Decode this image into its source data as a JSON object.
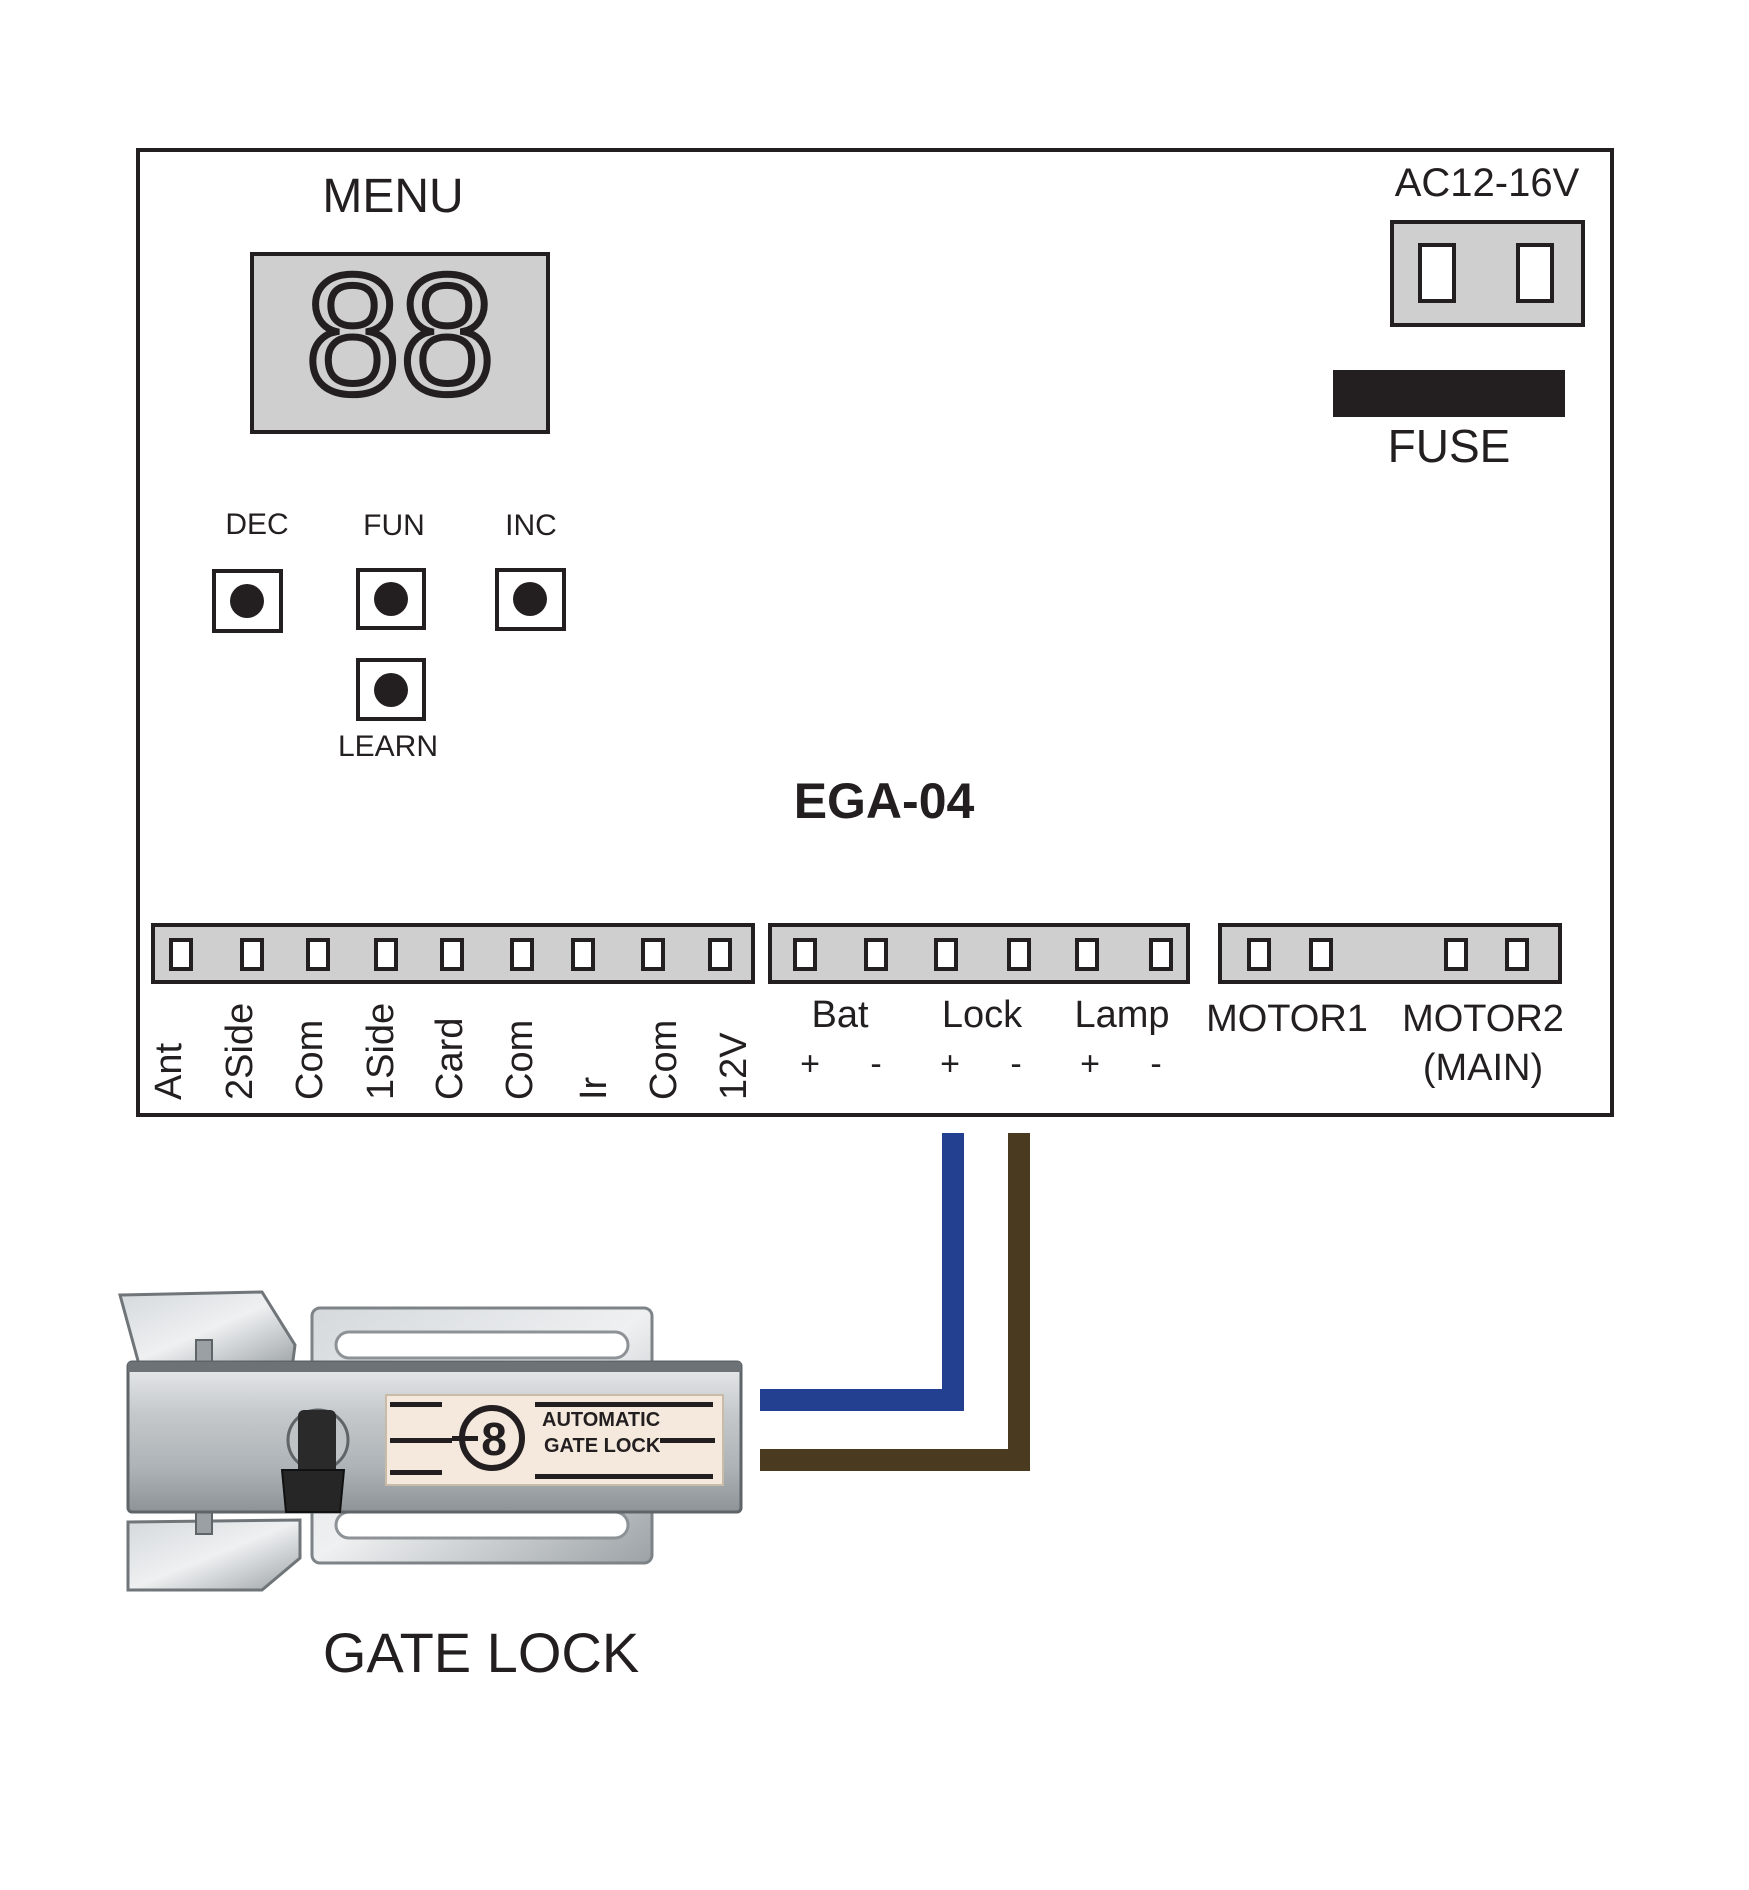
{
  "board": {
    "model": "EGA-04",
    "menu_label": "MENU",
    "display_digits": "88",
    "power_label": "AC12-16V",
    "fuse_label": "FUSE"
  },
  "buttons": {
    "dec": "DEC",
    "fun": "FUN",
    "inc": "INC",
    "learn": "LEARN"
  },
  "terminals": {
    "inputs": [
      "Ant",
      "2Side",
      "Com",
      "1Side",
      "Card",
      "Com",
      "Ir",
      "Com",
      "12V"
    ],
    "outputs": {
      "bat": "Bat",
      "lock": "Lock",
      "lamp": "Lamp",
      "plus": "+",
      "minus": "-"
    },
    "motor1": "MOTOR1",
    "motor2": "MOTOR2",
    "motor2_sub": "(MAIN)"
  },
  "wires": {
    "positive_color": "#22408f",
    "negative_color": "#4a3a20"
  },
  "gate_lock": {
    "caption": "GATE LOCK",
    "label_line1": "AUTOMATIC",
    "label_line2": "GATE LOCK",
    "logo_glyph": "8",
    "key_icon": "key-icon"
  }
}
